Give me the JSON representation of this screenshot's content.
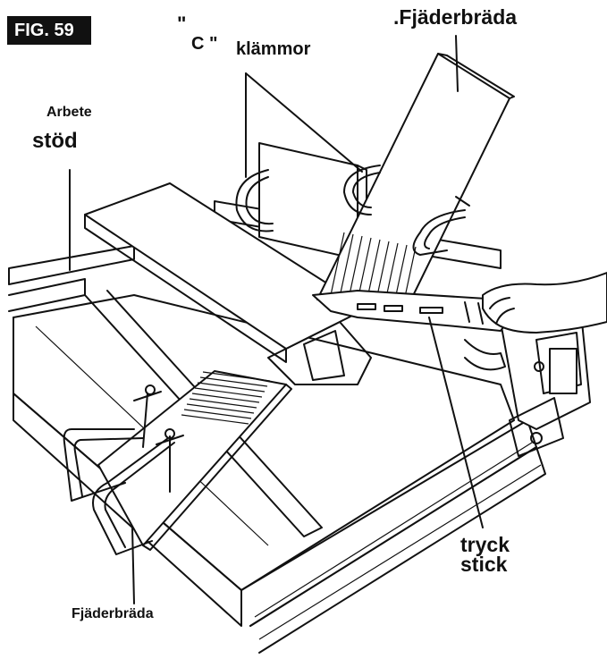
{
  "figure": {
    "number": "FIG. 59"
  },
  "labels": {
    "c_quote_open": "\"",
    "c_letter": "C \"",
    "c_clamps": "klämmor",
    "featherboard_top": ".Fjäderbräda",
    "work_support_1": "Arbete",
    "work_support_2": "stöd",
    "push_stick_1": "tryck",
    "push_stick_2": "stick",
    "featherboard_bottom": "Fjäderbräda"
  },
  "colors": {
    "ink": "#111111",
    "paper": "#ffffff"
  }
}
